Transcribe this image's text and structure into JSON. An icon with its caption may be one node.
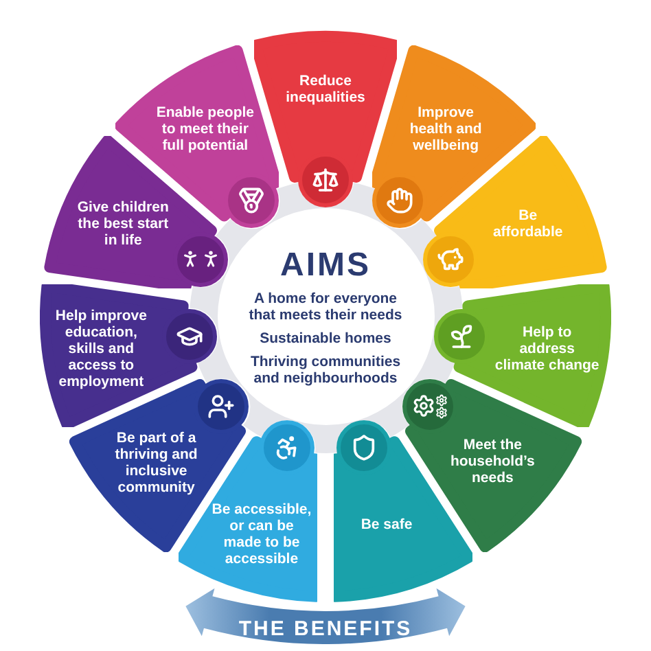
{
  "diagram": {
    "nodes": [
      {
        "text": [
          "AIMS",
          "A home for everyone that meets their needs",
          "Sustainable homes",
          "Thriving communities and neighbourhoods"
        ]
      },
      {
        "text": [
          "Reduce inequalities"
        ]
      },
      {
        "text": [
          "Improve health and wellbeing"
        ]
      },
      {
        "text": [
          "Be affordable"
        ]
      },
      {
        "text": [
          "Help to address climate change"
        ]
      },
      {
        "text": [
          "Meet the household’s needs"
        ]
      },
      {
        "text": [
          "Be safe"
        ]
      },
      {
        "text": [
          "Be accessible, or can be made to be accessible"
        ]
      },
      {
        "text": [
          "Be part of a thriving and inclusive community"
        ]
      },
      {
        "text": [
          "Help improve education, skills and access to employment"
        ]
      },
      {
        "text": [
          "Give children the best start in life"
        ]
      },
      {
        "text": [
          "Enable people to meet their full potential"
        ]
      },
      {
        "text": [
          "THE BENEFITS"
        ]
      }
    ]
  }
}
